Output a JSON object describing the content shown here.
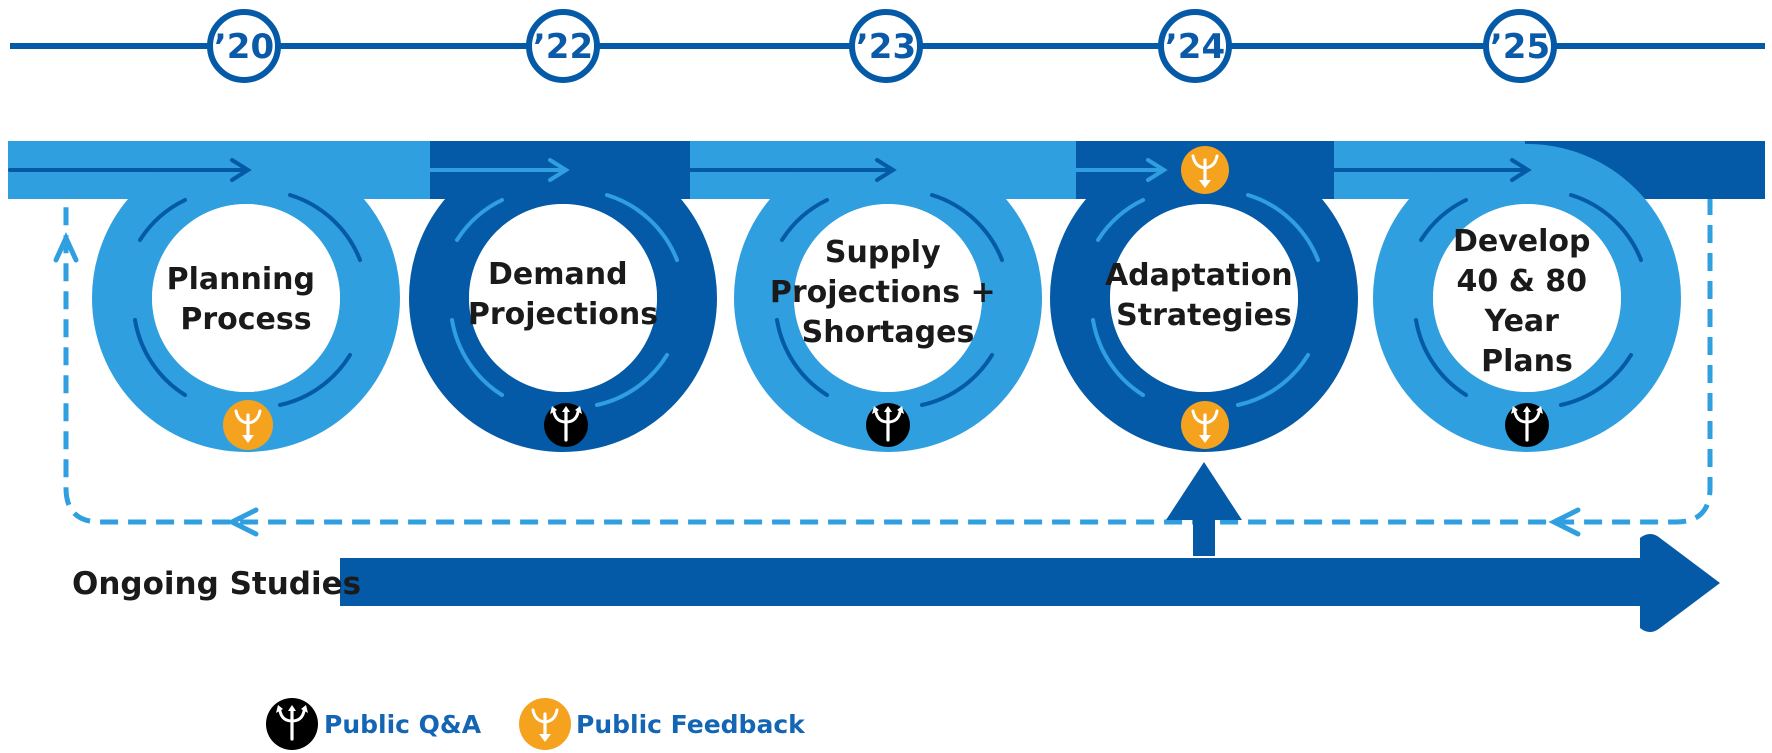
{
  "colors": {
    "light_blue": "#2f9fdf",
    "dark_blue": "#045aa6",
    "orange": "#f5a21e",
    "black": "#000000",
    "white": "#ffffff",
    "text": "#1a1a1a",
    "legend_text": "#1565b5"
  },
  "timeline": {
    "years": [
      "’20",
      "’22",
      "’23",
      "’24",
      "’25"
    ]
  },
  "stages": [
    {
      "lines": [
        "Planning",
        "Process"
      ],
      "ring": "light",
      "icons": [
        {
          "type": "public-feedback",
          "at": "bottom"
        }
      ]
    },
    {
      "lines": [
        "Demand",
        "Projections"
      ],
      "ring": "dark",
      "icons": [
        {
          "type": "public-qa",
          "at": "bottom"
        }
      ]
    },
    {
      "lines": [
        "Supply",
        "Projections +",
        "Shortages"
      ],
      "ring": "light",
      "icons": [
        {
          "type": "public-qa",
          "at": "bottom"
        }
      ]
    },
    {
      "lines": [
        "Adaptation",
        "Strategies"
      ],
      "ring": "dark",
      "icons": [
        {
          "type": "public-feedback",
          "at": "top"
        },
        {
          "type": "public-feedback",
          "at": "bottom"
        }
      ]
    },
    {
      "lines": [
        "Develop",
        "40 & 80",
        "Year",
        "Plans"
      ],
      "ring": "light",
      "icons": [
        {
          "type": "public-qa",
          "at": "bottom"
        }
      ]
    }
  ],
  "ongoing": {
    "label": "Ongoing Studies"
  },
  "legend": [
    {
      "icon": "public-qa",
      "label": "Public Q&A"
    },
    {
      "icon": "public-feedback",
      "label": "Public Feedback"
    }
  ]
}
